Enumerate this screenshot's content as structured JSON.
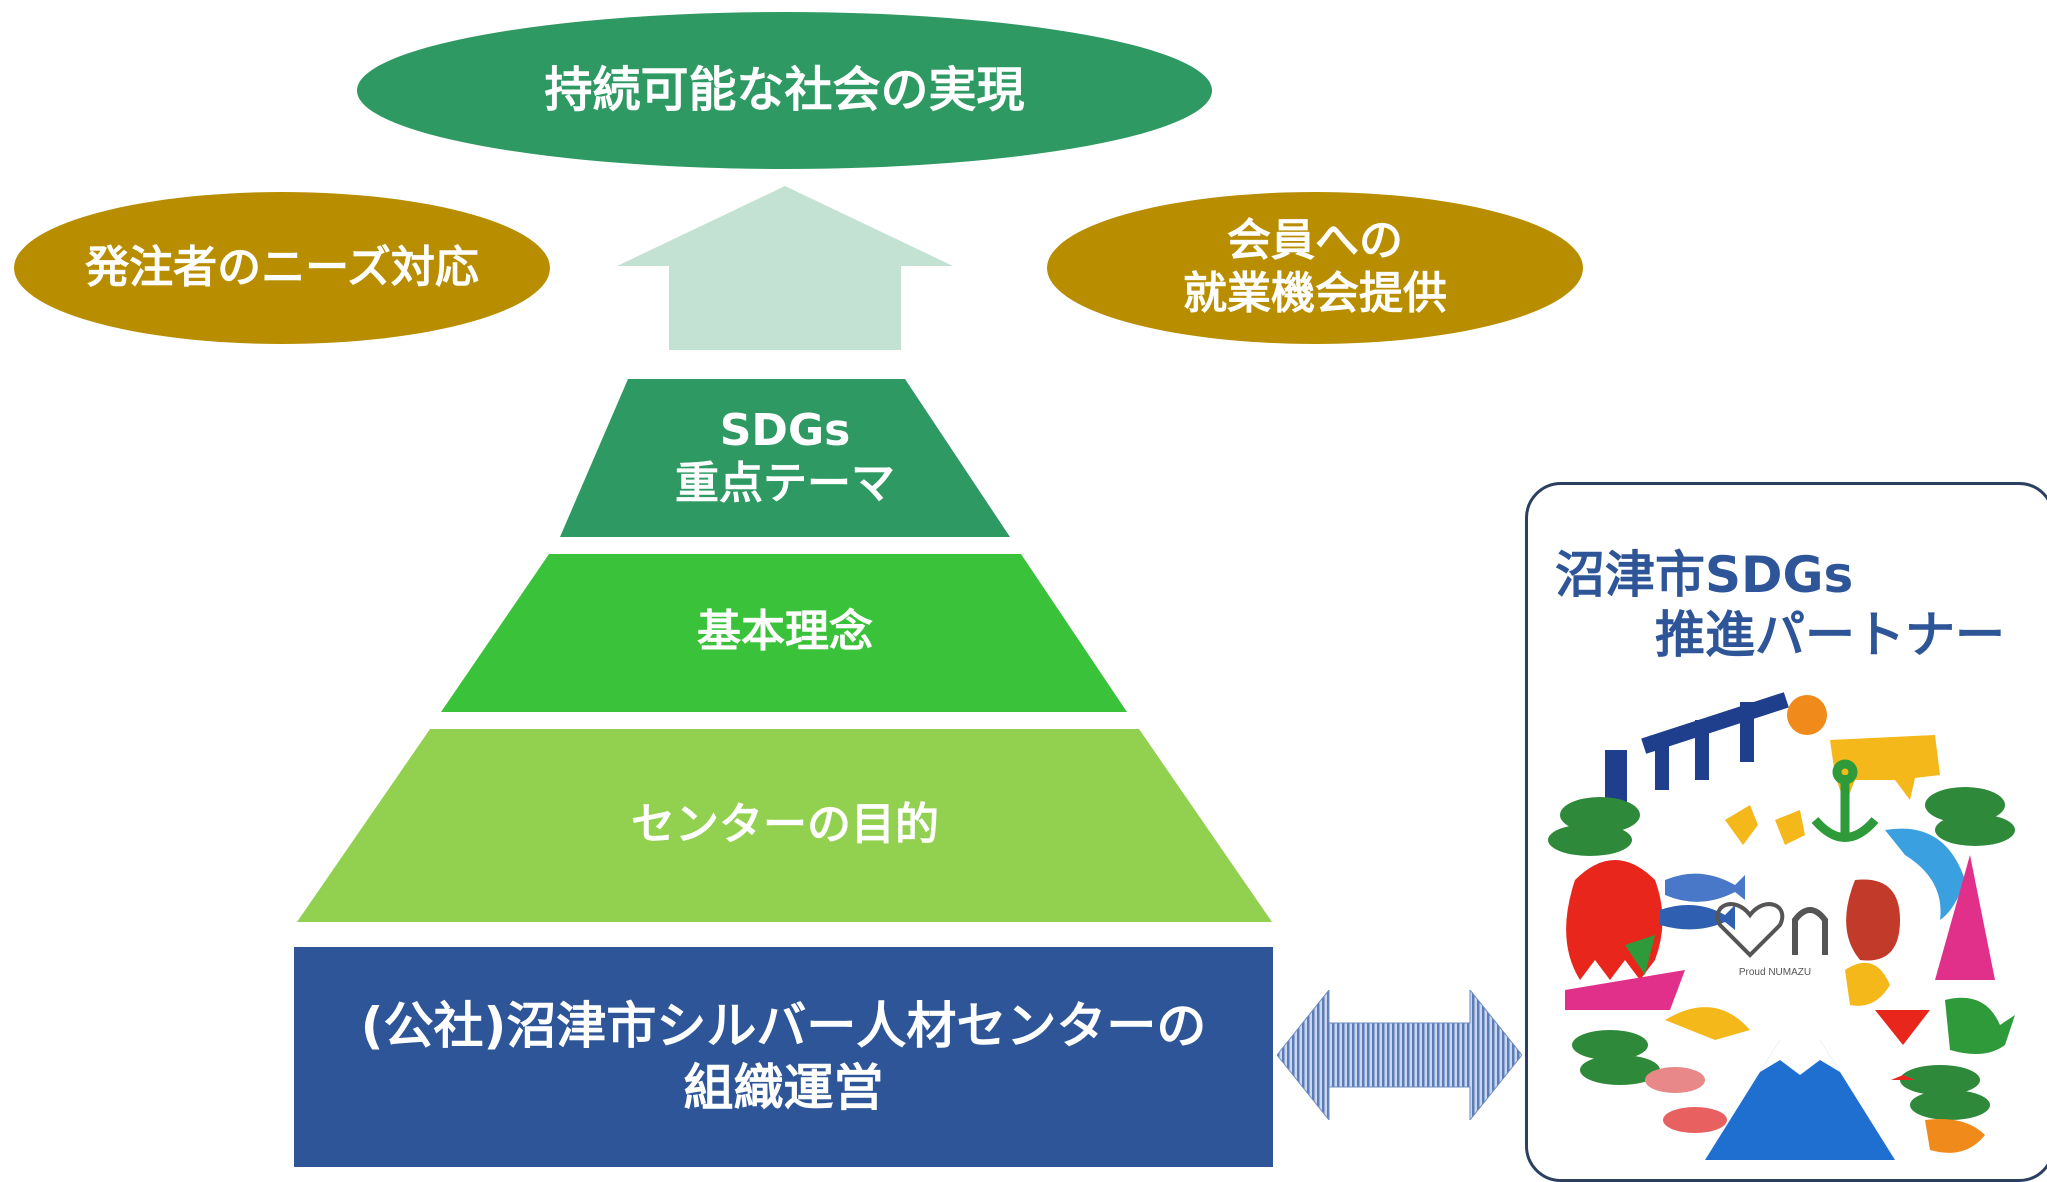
{
  "goal": {
    "label": "持続可能な社会の実現"
  },
  "needs": {
    "label": "発注者のニーズ対応"
  },
  "opportunity": {
    "line1": "会員への",
    "line2": "就業機会提供"
  },
  "pyramid": {
    "tiers": [
      {
        "line1": "SDGs",
        "line2": "重点テーマ"
      },
      {
        "label": "基本理念"
      },
      {
        "label": "センターの目的"
      }
    ],
    "base": {
      "line1": "(公社)沼津市シルバー人材センターの",
      "line2": "組織運営"
    }
  },
  "partner": {
    "line1": "沼津市SDGs",
    "line2": "推進パートナー",
    "logo_text": "Proud NUMAZU"
  },
  "colors": {
    "goal": "#2e9962",
    "side_ellipses": "#b88e00",
    "arrow": "#c4e2d4",
    "tier_top": "#2e9962",
    "tier_middle": "#3bc23b",
    "tier_bottom": "#92d050",
    "base": "#2e5597",
    "partner_text": "#2e5597"
  }
}
